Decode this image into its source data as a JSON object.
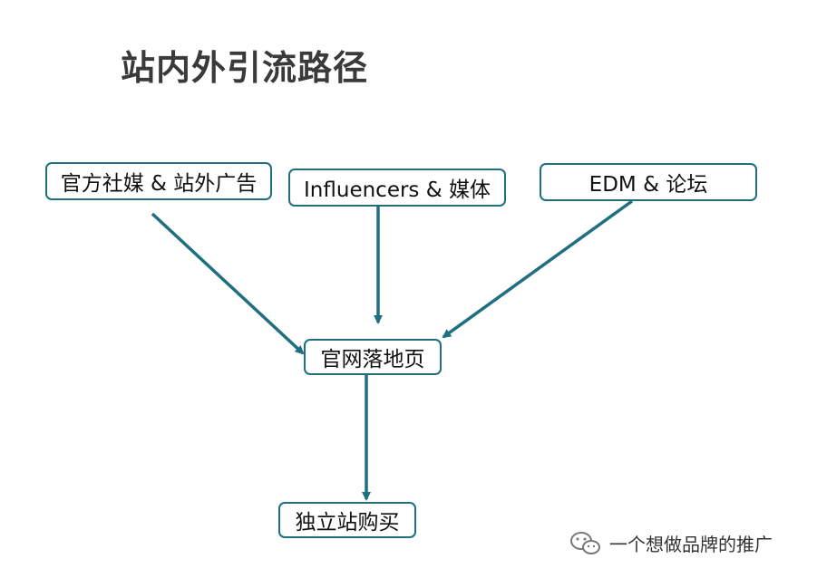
{
  "title": "站内外引流路径",
  "nodes": {
    "social": "官方社媒 & 站外广告",
    "influencers": "Influencers & 媒体",
    "edm": "EDM & 论坛",
    "landing": "官网落地页",
    "store": "独立站购买"
  },
  "colors": {
    "edge": "#1f6f80",
    "title": "#3a3a3a"
  },
  "watermark": {
    "text": "一个想做品牌的推广",
    "icon": "wechat-icon"
  }
}
